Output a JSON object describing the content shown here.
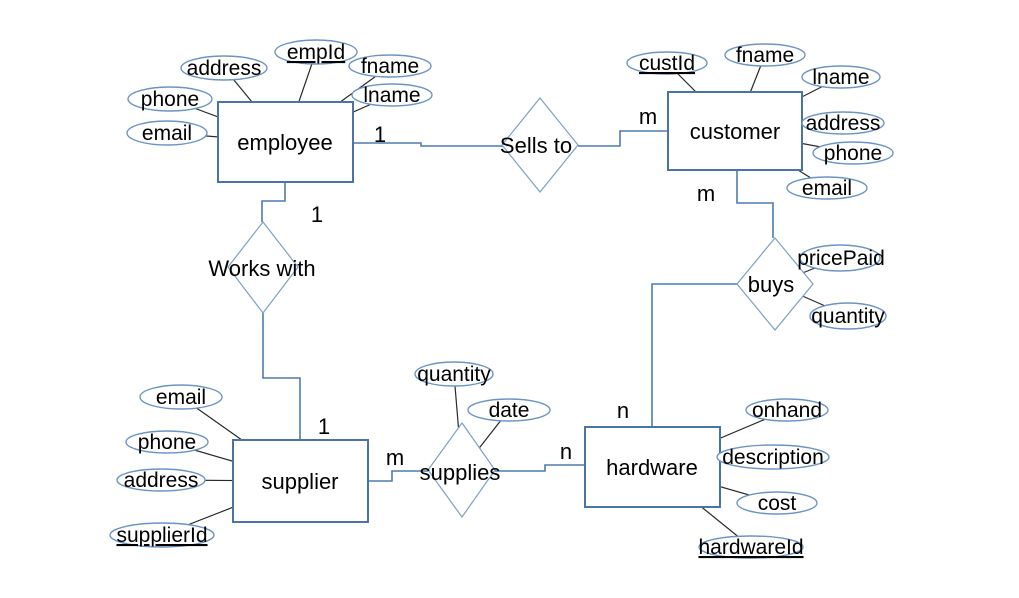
{
  "diagram": {
    "kind": "entity-relationship-diagram",
    "background": "#ffffff",
    "colors": {
      "entity_stroke": "#4a74a8",
      "ellipse_stroke": "#6b94c4",
      "diamond_stroke": "#7ba0c8",
      "relationship_line": "#4d7dad",
      "attribute_line": "#2a2a2a",
      "text": "#000000"
    }
  },
  "entities": [
    {
      "id": "employee",
      "label": "employee"
    },
    {
      "id": "customer",
      "label": "customer"
    },
    {
      "id": "supplier",
      "label": "supplier"
    },
    {
      "id": "hardware",
      "label": "hardware"
    }
  ],
  "relationships": [
    {
      "id": "sells-to",
      "label": "Sells to",
      "between": [
        "employee",
        "customer"
      ]
    },
    {
      "id": "works-with",
      "label": "Works with",
      "between": [
        "employee",
        "supplier"
      ]
    },
    {
      "id": "buys",
      "label": "buys",
      "between": [
        "customer",
        "hardware"
      ]
    },
    {
      "id": "supplies",
      "label": "supplies",
      "between": [
        "supplier",
        "hardware"
      ]
    }
  ],
  "attributes": [
    {
      "owner": "employee",
      "label": "address",
      "is_key": false
    },
    {
      "owner": "employee",
      "label": "empId",
      "is_key": true
    },
    {
      "owner": "employee",
      "label": "fname",
      "is_key": false
    },
    {
      "owner": "employee",
      "label": "lname",
      "is_key": false
    },
    {
      "owner": "employee",
      "label": "phone",
      "is_key": false
    },
    {
      "owner": "employee",
      "label": "email",
      "is_key": false
    },
    {
      "owner": "customer",
      "label": "custId",
      "is_key": true
    },
    {
      "owner": "customer",
      "label": "fname",
      "is_key": false
    },
    {
      "owner": "customer",
      "label": "lname",
      "is_key": false
    },
    {
      "owner": "customer",
      "label": "address",
      "is_key": false
    },
    {
      "owner": "customer",
      "label": "phone",
      "is_key": false
    },
    {
      "owner": "customer",
      "label": "email",
      "is_key": false
    },
    {
      "owner": "supplier",
      "label": "email",
      "is_key": false
    },
    {
      "owner": "supplier",
      "label": "phone",
      "is_key": false
    },
    {
      "owner": "supplier",
      "label": "address",
      "is_key": false
    },
    {
      "owner": "supplier",
      "label": "supplierId",
      "is_key": true
    },
    {
      "owner": "hardware",
      "label": "onhand",
      "is_key": false
    },
    {
      "owner": "hardware",
      "label": "description",
      "is_key": false
    },
    {
      "owner": "hardware",
      "label": "cost",
      "is_key": false
    },
    {
      "owner": "hardware",
      "label": "hardwareId",
      "is_key": true
    },
    {
      "owner": "buys",
      "label": "pricePaid",
      "is_key": false
    },
    {
      "owner": "buys",
      "label": "quantity",
      "is_key": false
    },
    {
      "owner": "supplies",
      "label": "quantity",
      "is_key": false
    },
    {
      "owner": "supplies",
      "label": "date",
      "is_key": false
    }
  ],
  "cardinalities": [
    {
      "relationship": "sells-to",
      "entity": "employee",
      "label": "1"
    },
    {
      "relationship": "sells-to",
      "entity": "customer",
      "label": "m"
    },
    {
      "relationship": "works-with",
      "entity": "employee",
      "label": "1"
    },
    {
      "relationship": "works-with",
      "entity": "supplier",
      "label": "1"
    },
    {
      "relationship": "buys",
      "entity": "customer",
      "label": "m"
    },
    {
      "relationship": "buys",
      "entity": "hardware",
      "label": "n"
    },
    {
      "relationship": "supplies",
      "entity": "supplier",
      "label": "m"
    },
    {
      "relationship": "supplies",
      "entity": "hardware",
      "label": "n"
    }
  ]
}
